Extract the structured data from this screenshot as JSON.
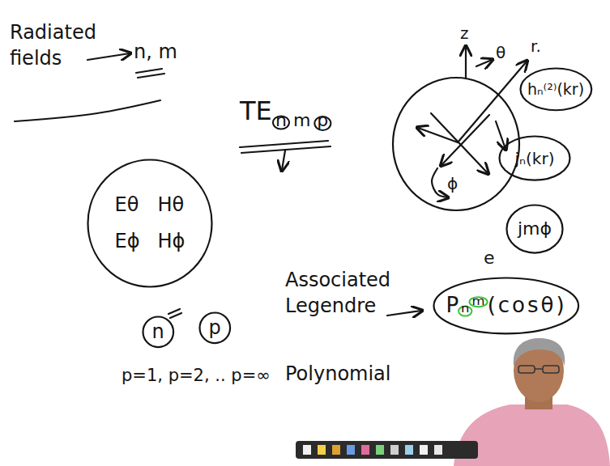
{
  "diagram": {
    "nodes": [
      {
        "text": [
          "hₙ⁽²⁾(kr)"
        ]
      },
      {
        "text": [
          "jₙ(kr)"
        ]
      },
      {
        "text": [
          "Eθ",
          "Hθ",
          "Eϕ",
          "Hϕ"
        ]
      },
      {
        "text": [
          "jmϕ"
        ]
      },
      {
        "text": [
          "Pₙᵐ(cosθ)"
        ]
      },
      {
        "text": [
          "n"
        ]
      },
      {
        "text": [
          "p"
        ]
      }
    ],
    "labels": [
      "Radiated fields",
      "n, m",
      "TE",
      "nmp",
      "z",
      "θ",
      "r.",
      "ϕ",
      "e",
      "Associated Legendre",
      "Polynomial",
      "p=1, p=2, .. p=∞"
    ]
  }
}
